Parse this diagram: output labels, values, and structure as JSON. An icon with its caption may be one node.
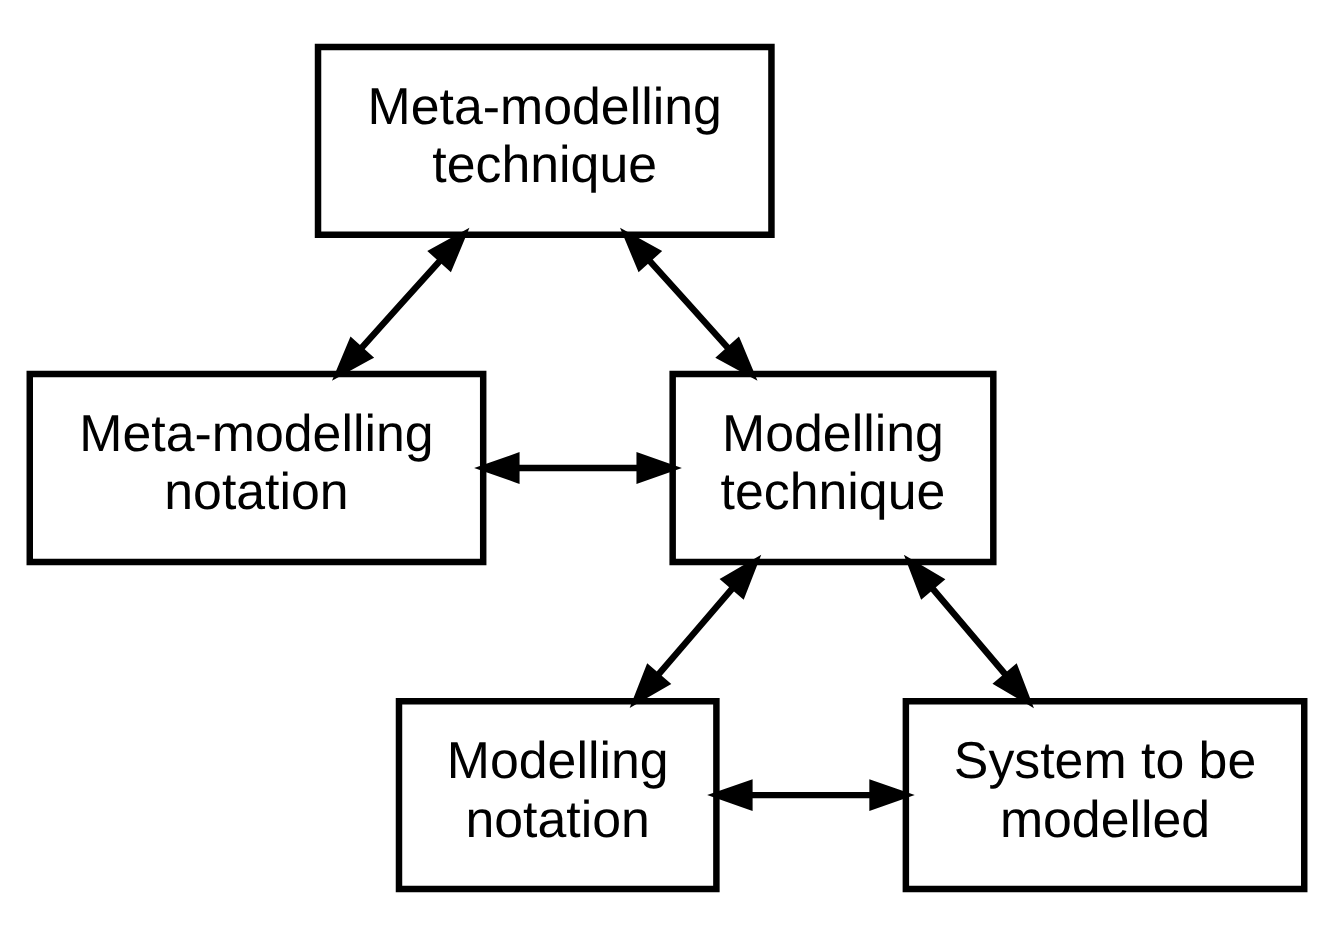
{
  "diagram": {
    "nodes": [
      {
        "text": [
          "Meta-modelling technique"
        ]
      },
      {
        "text": [
          "Meta-modelling notation"
        ]
      },
      {
        "text": [
          "Modelling technique"
        ]
      },
      {
        "text": [
          "Modelling notation"
        ]
      },
      {
        "text": [
          "System to be modelled"
        ]
      }
    ],
    "edges": [
      {
        "from": 0,
        "to": 1,
        "arrow": "both"
      },
      {
        "from": 0,
        "to": 2,
        "arrow": "both"
      },
      {
        "from": 1,
        "to": 2,
        "arrow": "both"
      },
      {
        "from": 2,
        "to": 3,
        "arrow": "both"
      },
      {
        "from": 2,
        "to": 4,
        "arrow": "both"
      },
      {
        "from": 3,
        "to": 4,
        "arrow": "both"
      }
    ]
  }
}
